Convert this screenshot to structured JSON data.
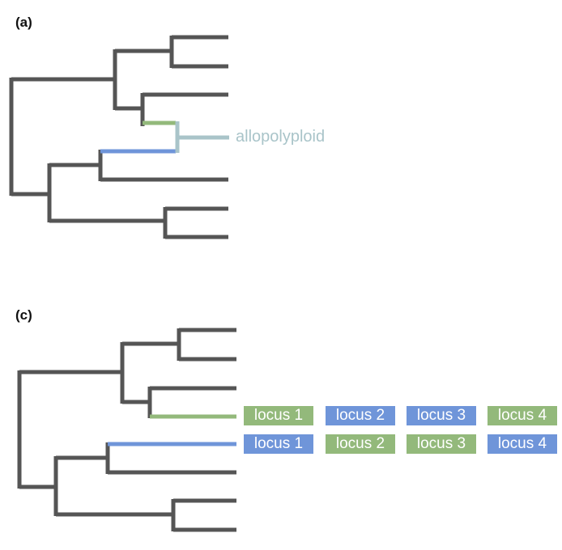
{
  "panels": {
    "a": {
      "label": "(a)",
      "allopolyploid_label": "allopolyploid"
    },
    "c": {
      "label": "(c)",
      "rows": [
        {
          "loci": [
            {
              "text": "locus 1",
              "color": "green"
            },
            {
              "text": "locus 2",
              "color": "blue"
            },
            {
              "text": "locus 3",
              "color": "blue"
            },
            {
              "text": "locus 4",
              "color": "green"
            }
          ]
        },
        {
          "loci": [
            {
              "text": "locus 1",
              "color": "blue"
            },
            {
              "text": "locus 2",
              "color": "green"
            },
            {
              "text": "locus 3",
              "color": "green"
            },
            {
              "text": "locus 4",
              "color": "blue"
            }
          ]
        }
      ]
    }
  },
  "colors": {
    "tree": "#555555",
    "green": "#93b97b",
    "blue": "#6f95d9",
    "allopolyploid": "#a9c4c9"
  }
}
